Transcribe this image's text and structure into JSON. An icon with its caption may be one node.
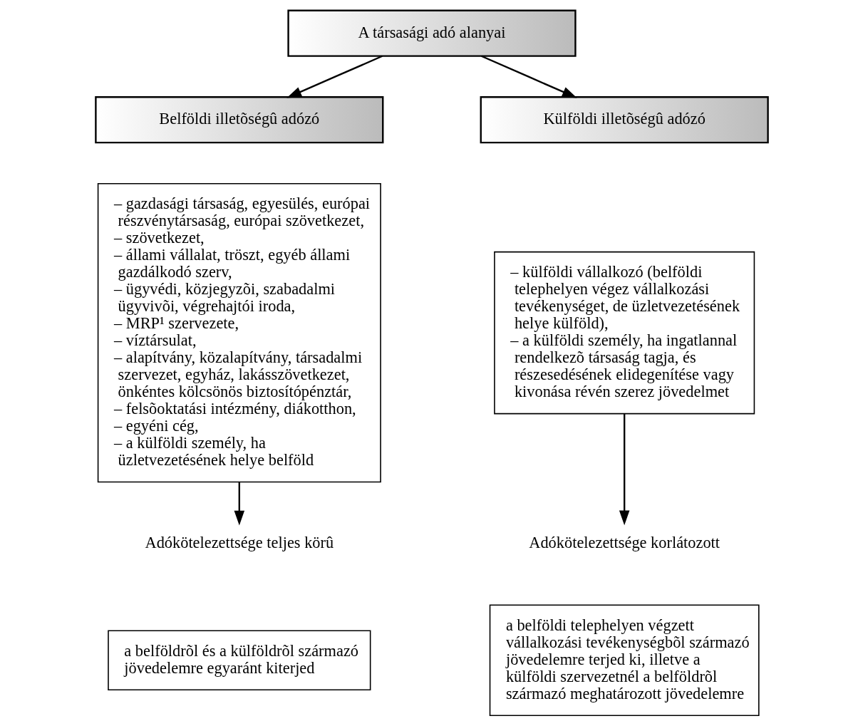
{
  "diagram": {
    "nodes": [
      {
        "text": [
          "A társasági adó alanyai"
        ]
      },
      {
        "text": [
          "Belföldi illetõségû adózó"
        ]
      },
      {
        "text": [
          "Külföldi illetõségû adózó"
        ]
      },
      {
        "text": [
          "– gazdasági társaság, egyesülés, európai részvénytársaság, európai szövetkezet,",
          "– szövetkezet,",
          "– állami vállalat, tröszt, egyéb állami gazdálkodó szerv,",
          "– ügyvédi, közjegyzõi, szabadalmi ügyvivõi, végrehajtói iroda,",
          "– MRP¹ szervezete,",
          "– víztársulat,",
          "– alapítvány, közalapítvány, társadalmi szervezet, egyház, lakásszövetkezet, önkéntes kölcsönös biztosítópénztár,",
          "– felsõoktatási intézmény, diákotthon,",
          "– egyéni cég,",
          "– a külföldi személy, ha üzletvezetésének helye belföld"
        ]
      },
      {
        "text": [
          "– külföldi vállalkozó (belföldi telephelyen végez vállalkozási tevékenységet, de üzletvezetésének helye külföld),",
          "– a külföldi személy, ha ingatlannal rendelkezõ társaság tagja, és részesedésének elidegenítése vagy kivonása révén szerez jövedelmet"
        ]
      },
      {
        "text": [
          "Adókötelezettsége teljes körû"
        ]
      },
      {
        "text": [
          "a belföldrõl és a külföldrõl származó jövedelemre egyaránt kiterjed"
        ]
      },
      {
        "text": [
          "Adókötelezettsége korlátozott"
        ]
      },
      {
        "text": [
          "a belföldi telephelyen végzett vállalkozási tevékenységbõl származó jövedelemre terjed ki, illetve a külföldi szervezetnél a belföldrõl származó meghatározott jövedelemre"
        ]
      }
    ],
    "edges": [
      {
        "from": 0,
        "to": 1,
        "arrow": "to"
      },
      {
        "from": 0,
        "to": 2,
        "arrow": "to"
      },
      {
        "from": 3,
        "to": 5,
        "arrow": "to"
      },
      {
        "from": 4,
        "to": 7,
        "arrow": "to"
      }
    ]
  }
}
